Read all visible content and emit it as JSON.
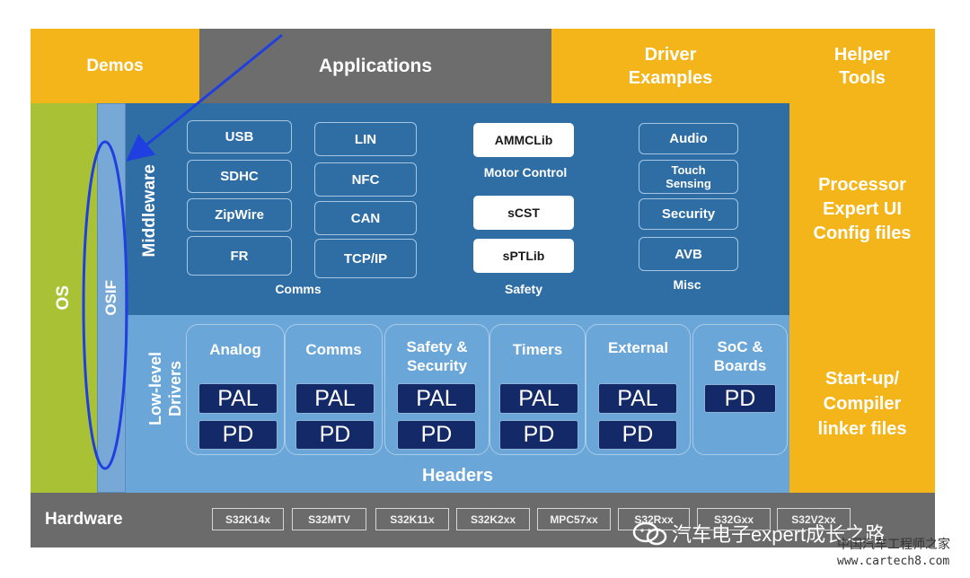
{
  "top": {
    "demos": "Demos",
    "applications": "Applications",
    "driver_examples": [
      "Driver",
      "Examples"
    ],
    "helper_tools": [
      "Helper",
      "Tools"
    ]
  },
  "side": {
    "os": "OS",
    "osif": "OSIF"
  },
  "middleware": {
    "title": "Middleware",
    "comms": {
      "label": "Comms",
      "col1": [
        "USB",
        "SDHC",
        "ZipWire",
        "FR"
      ],
      "col2": [
        "LIN",
        "NFC",
        "CAN",
        "TCP/IP"
      ]
    },
    "motor": {
      "lib": "AMMCLib",
      "label": "Motor Control"
    },
    "safety": {
      "libs": [
        "sCST",
        "sPTLib"
      ],
      "label": "Safety"
    },
    "misc": {
      "label": "Misc",
      "items": [
        "Audio",
        "Touch Sensing",
        "Security",
        "AVB"
      ]
    }
  },
  "low_level": {
    "title": [
      "Low-level",
      "Drivers"
    ],
    "columns": [
      {
        "title": "Analog",
        "chips": [
          "PAL",
          "PD"
        ]
      },
      {
        "title": "Comms",
        "chips": [
          "PAL",
          "PD"
        ]
      },
      {
        "title": "Safety & Security",
        "chips": [
          "PAL",
          "PD"
        ]
      },
      {
        "title": "Timers",
        "chips": [
          "PAL",
          "PD"
        ]
      },
      {
        "title": "External",
        "chips": [
          "PAL",
          "PD"
        ]
      },
      {
        "title": "SoC & Boards",
        "chips": [
          "PD"
        ]
      }
    ]
  },
  "right_panels": {
    "processor_expert": [
      "Processor",
      "Expert UI",
      "Config files"
    ],
    "startup": [
      "Start-up/",
      "Compiler",
      "linker files"
    ]
  },
  "headers": "Headers",
  "hardware": {
    "label": "Hardware",
    "chips": [
      "S32K14x",
      "S32MTV",
      "S32K11x",
      "S32K2xx",
      "MPC57xx",
      "S32Rxx",
      "S32Gxx",
      "S32V2xx"
    ]
  },
  "watermark": {
    "text": "汽车电子expert成长之路",
    "site_cn": "中国汽车工程师之家",
    "site_url": "www.cartech8.com"
  },
  "colors": {
    "orange": "#f3b519",
    "green": "#a9c235",
    "blue_dark": "#2f6ea5",
    "blue_light": "#6aa6d8",
    "navy": "#142a68",
    "gray": "#6b6b6b",
    "annotation": "#1f3fe0"
  }
}
